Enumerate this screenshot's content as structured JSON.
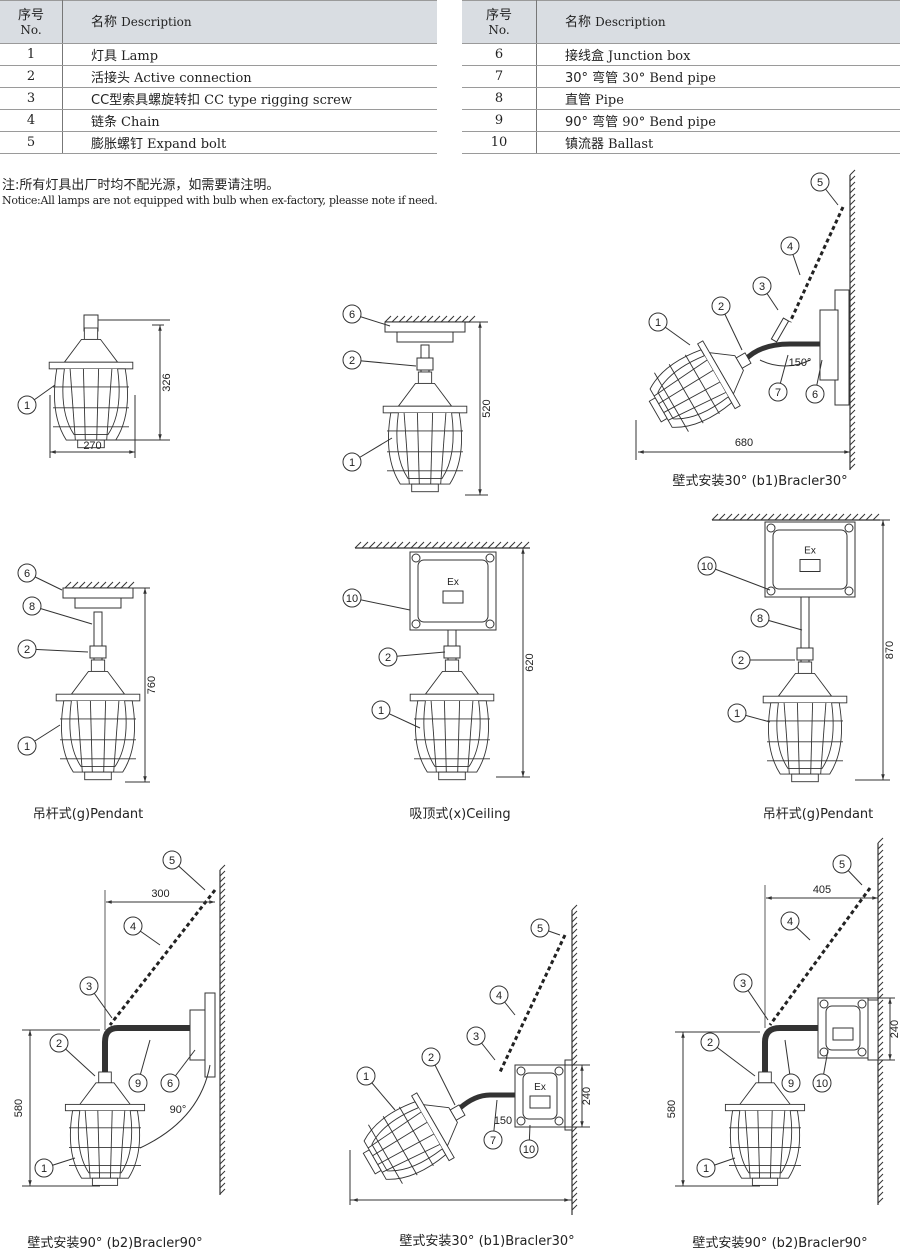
{
  "table_left": {
    "header_no_zh": "序号",
    "header_no_en": "No.",
    "header_desc_zh": "名称",
    "header_desc_en": "Description",
    "rows": [
      {
        "no": "1",
        "zh": "灯具",
        "en": "Lamp"
      },
      {
        "no": "2",
        "zh": "活接头",
        "en": "Active connection"
      },
      {
        "no": "3",
        "zh": "CC型索具螺旋转扣",
        "en": "CC type rigging screw"
      },
      {
        "no": "4",
        "zh": "链条",
        "en": "Chain"
      },
      {
        "no": "5",
        "zh": "膨胀螺钉",
        "en": "Expand bolt"
      }
    ]
  },
  "table_right": {
    "header_no_zh": "序号",
    "header_no_en": "No.",
    "header_desc_zh": "名称",
    "header_desc_en": "Description",
    "rows": [
      {
        "no": "6",
        "zh": "接线盒",
        "en": "Junction box"
      },
      {
        "no": "7",
        "zh": "30° 弯管",
        "en": "30° Bend pipe"
      },
      {
        "no": "8",
        "zh": "直管",
        "en": "Pipe"
      },
      {
        "no": "9",
        "zh": "90° 弯管",
        "en": "90° Bend pipe"
      },
      {
        "no": "10",
        "zh": "镇流器",
        "en": "Ballast"
      }
    ]
  },
  "notice": {
    "zh": "注:所有灯具出厂时均不配光源，如需要请注明。",
    "en": "Notice:All lamps are not equipped with bulb when ex-factory, pleasse note if need."
  },
  "figures": [
    {
      "caption": "",
      "callouts": [
        "1"
      ],
      "dims": [
        "326",
        "270"
      ]
    },
    {
      "caption": "",
      "callouts": [
        "6",
        "2",
        "1"
      ],
      "dims": [
        "520"
      ]
    },
    {
      "caption": "壁式安装30° (b1)Bracler30°",
      "callouts": [
        "5",
        "4",
        "3",
        "2",
        "1",
        "7",
        "6"
      ],
      "dims": [
        "680",
        "150°"
      ]
    },
    {
      "caption": "吊杆式(g)Pendant",
      "callouts": [
        "6",
        "8",
        "2",
        "1"
      ],
      "dims": [
        "760"
      ]
    },
    {
      "caption": "吸顶式(x)Ceiling",
      "callouts": [
        "10",
        "2",
        "1"
      ],
      "dims": [
        "620"
      ],
      "box_label": "Ex"
    },
    {
      "caption": "吊杆式(g)Pendant",
      "callouts": [
        "10",
        "8",
        "2",
        "1"
      ],
      "dims": [
        "870"
      ],
      "box_label": "Ex"
    },
    {
      "caption": "壁式安装90° (b2)Bracler90°",
      "callouts": [
        "5",
        "4",
        "3",
        "2",
        "9",
        "6",
        "1"
      ],
      "dims": [
        "300",
        "580",
        "90°"
      ]
    },
    {
      "caption": "壁式安装30° (b1)Bracler30°",
      "callouts": [
        "5",
        "4",
        "3",
        "2",
        "1",
        "7",
        "10"
      ],
      "dims": [
        "150",
        "240"
      ],
      "box_label": "Ex"
    },
    {
      "caption": "壁式安装90° (b2)Bracler90°",
      "callouts": [
        "5",
        "4",
        "3",
        "2",
        "9",
        "10",
        "1"
      ],
      "dims": [
        "405",
        "240",
        "580"
      ]
    }
  ]
}
